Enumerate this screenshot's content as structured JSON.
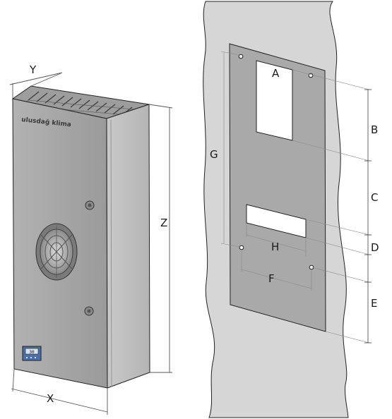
{
  "left_unit": {
    "brand": "ulusdağ klima",
    "display": "30",
    "dims": {
      "x": "X",
      "y": "Y",
      "z": "Z"
    }
  },
  "cutout": {
    "labels": {
      "a": "A",
      "b": "B",
      "c": "C",
      "d": "D",
      "e": "E",
      "f": "F",
      "g": "G",
      "h": "H"
    }
  },
  "colors": {
    "wall": "#d4d4d4",
    "plate": "#a7a7a7",
    "cabinet_front": "#a3a3a3",
    "cabinet_side": "#c4c4c4",
    "outline": "#222222"
  }
}
